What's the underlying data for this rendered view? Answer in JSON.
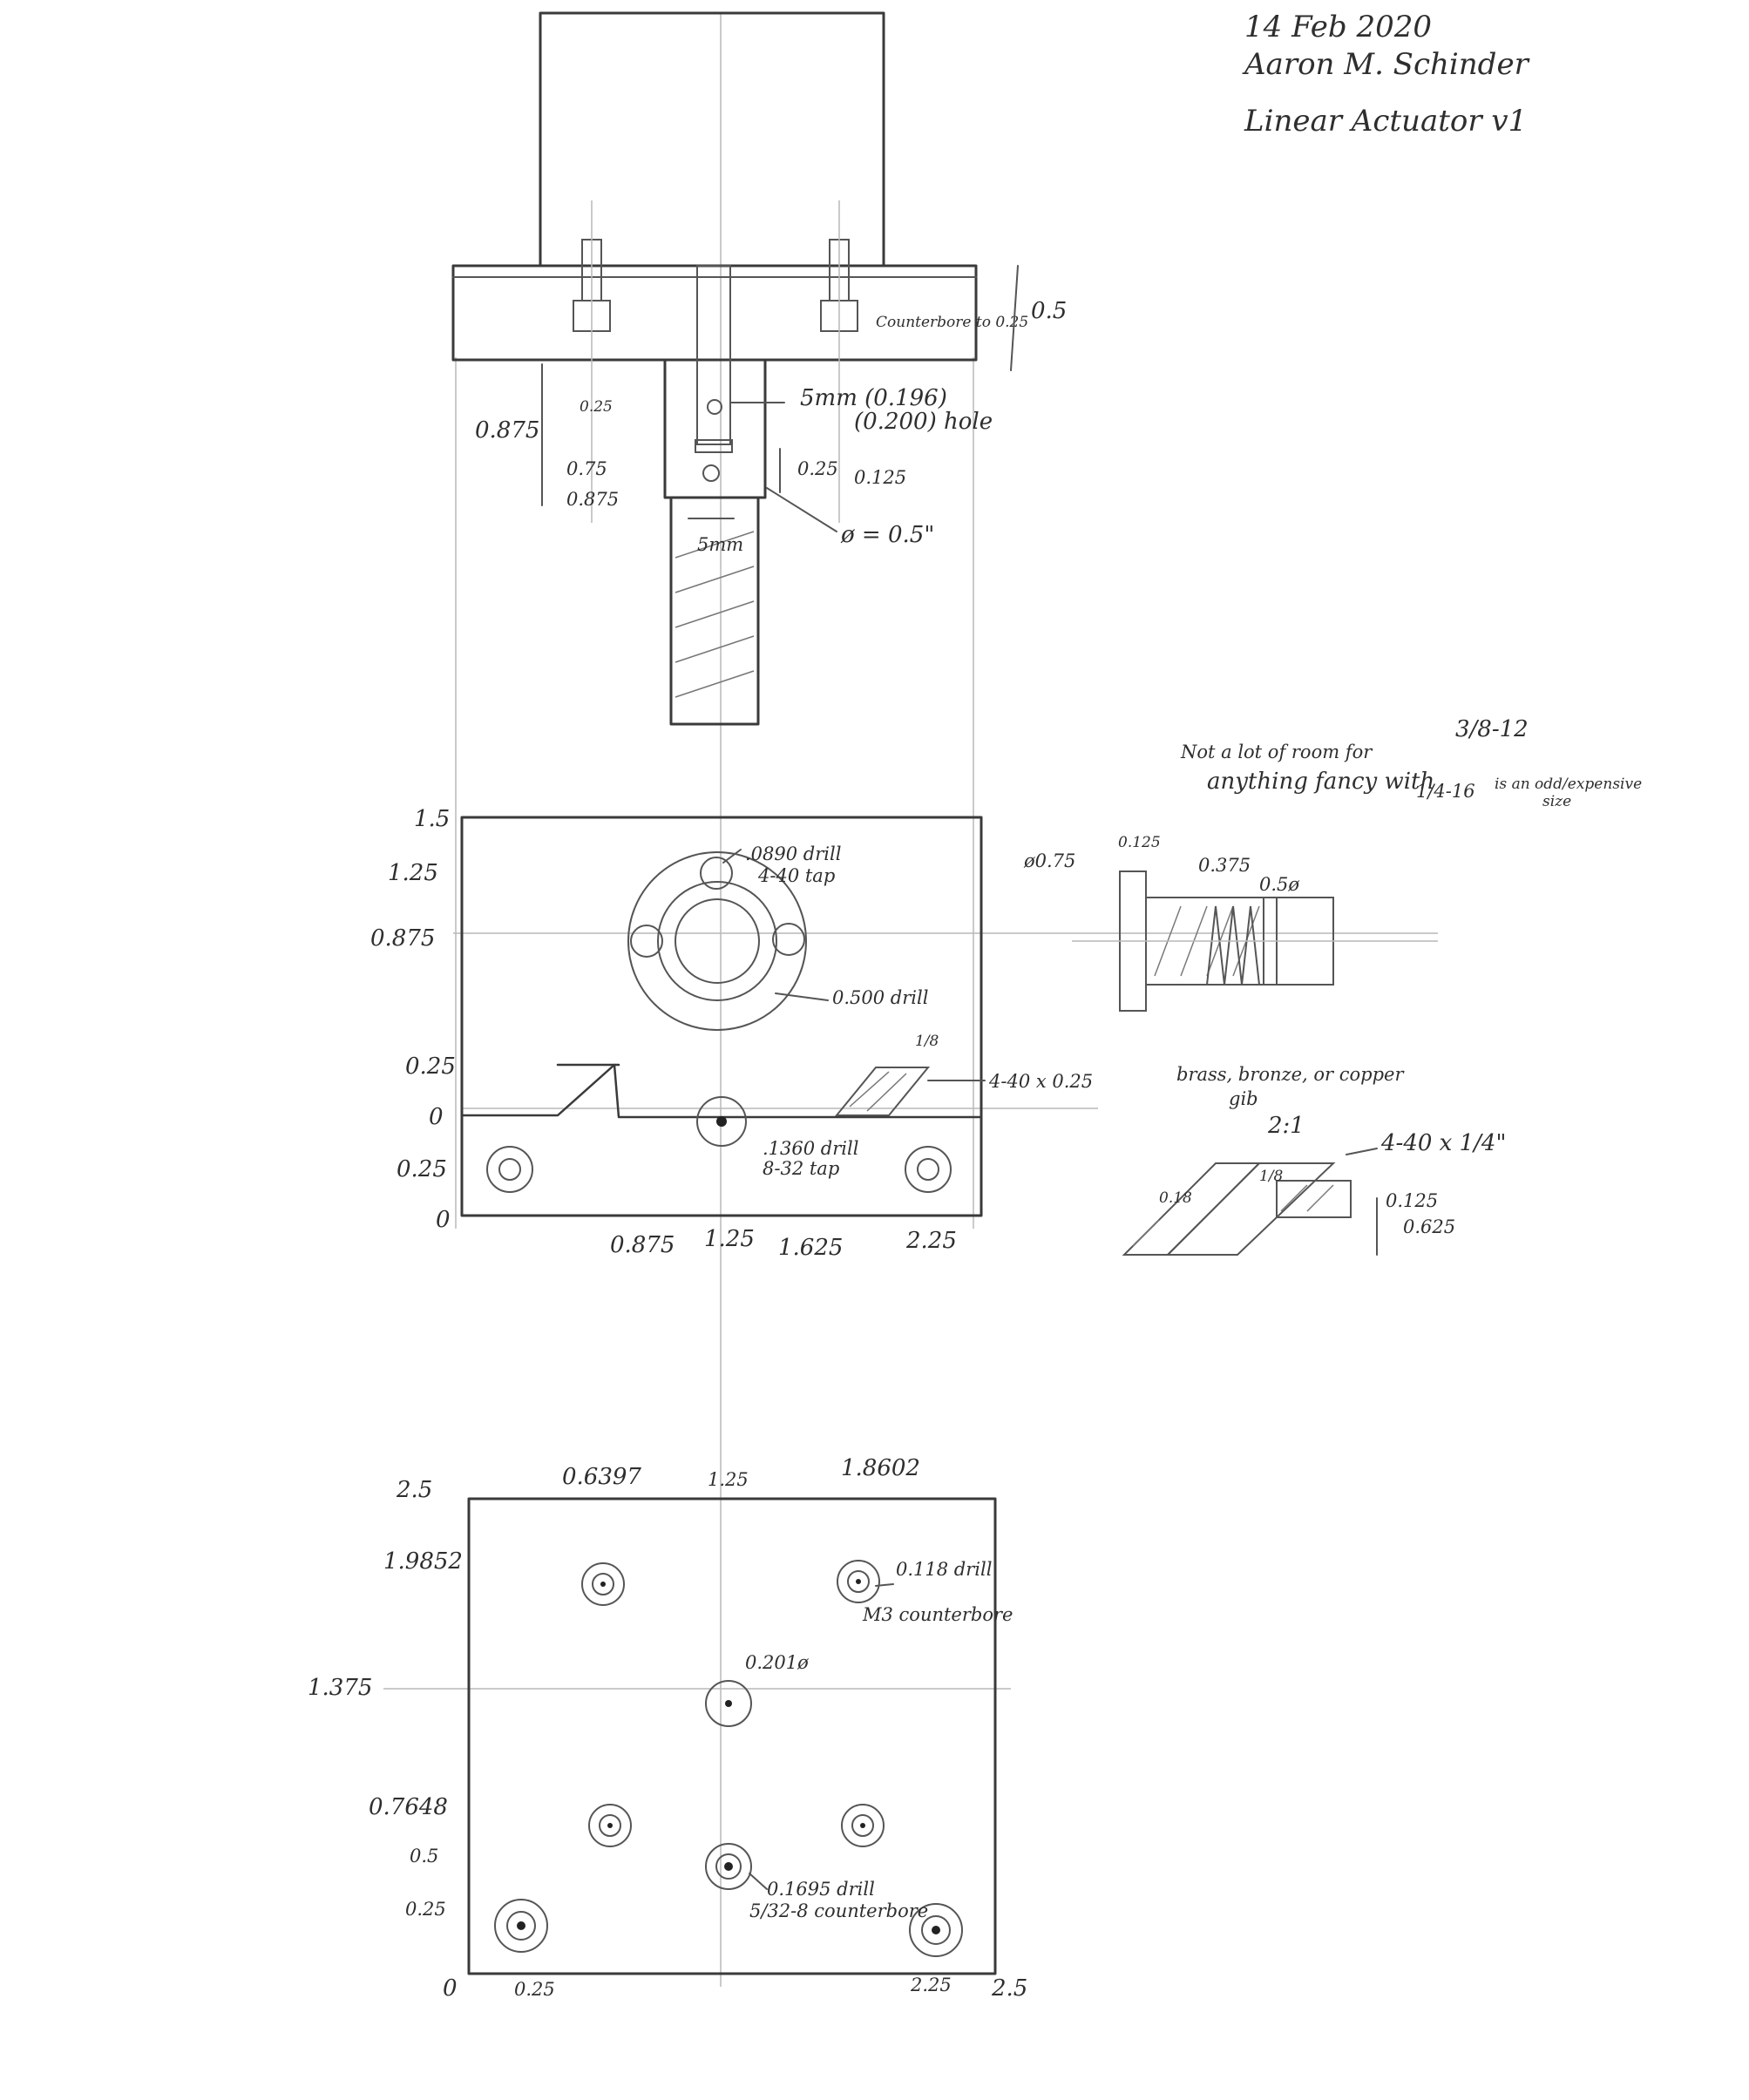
{
  "header": {
    "date": "14 Feb 2020",
    "author": "Aaron M. Schinder",
    "title": "Linear Actuator v1"
  },
  "side_view": {
    "counterbore_note": "Counterbore to 0.25",
    "plate_thickness": "0.5",
    "coupler_length": "0.875",
    "label_025": "0.25",
    "label_075": "0.75",
    "label_0875": "0.875",
    "hole_note_1": "5mm (0.196)",
    "hole_note_2": "(0.200) hole",
    "dim_025": "0.25",
    "dim_0125": "0.125",
    "diameter": "ø = 0.5\"",
    "shaft_width": "5mm"
  },
  "middle_view": {
    "y_labels": [
      "1.5",
      "1.25",
      "0.875",
      "0.25",
      "0",
      "0.25",
      "0"
    ],
    "x_labels": [
      "0.875",
      "1.25",
      "1.625",
      "2.25"
    ],
    "tap_note_1": ".0890 drill",
    "tap_note_2": "4-40 tap",
    "drill_note": "0.500 drill",
    "center_note_1": ".1360 drill",
    "center_note_2": "8-32 tap",
    "screw_note": "4-40 x 0.25",
    "small_mark": "1/8"
  },
  "nut_detail": {
    "note_1": "Not a lot of room for",
    "note_2": "anything fancy with",
    "thread_1": "3/8-12",
    "thread_2": "1/4-16",
    "thread_note": "is an odd/expensive",
    "thread_note_2": "size",
    "dia_label": "ø0.75",
    "dim_0125": "0.125",
    "dim_0375": "0.375",
    "dim_05": "0.5ø"
  },
  "gib_detail": {
    "material_note": "brass, bronze, or copper",
    "material_note_2": "gib",
    "ratio": "2:1",
    "screw": "4-40 x 1/4\"",
    "dim_018": "0.18",
    "dim_18": "1/8",
    "dim_0125": "0.125",
    "dim_0625": "0.625"
  },
  "bottom_view": {
    "x_top_labels": [
      "0.6397",
      "1.25",
      "1.8602"
    ],
    "y_labels": [
      "2.5",
      "1.9852",
      "1.375",
      "0.7648",
      "0.5",
      "0.25",
      "0"
    ],
    "x_bottom_labels": [
      "0.25",
      "2.25",
      "2.5"
    ],
    "drill_note_1": "0.118 drill",
    "drill_note_2": "M3 counterbore",
    "center_note": "0.201ø",
    "lower_note_1": "0.1695 drill",
    "lower_note_2": "5/32-8 counterbore"
  }
}
